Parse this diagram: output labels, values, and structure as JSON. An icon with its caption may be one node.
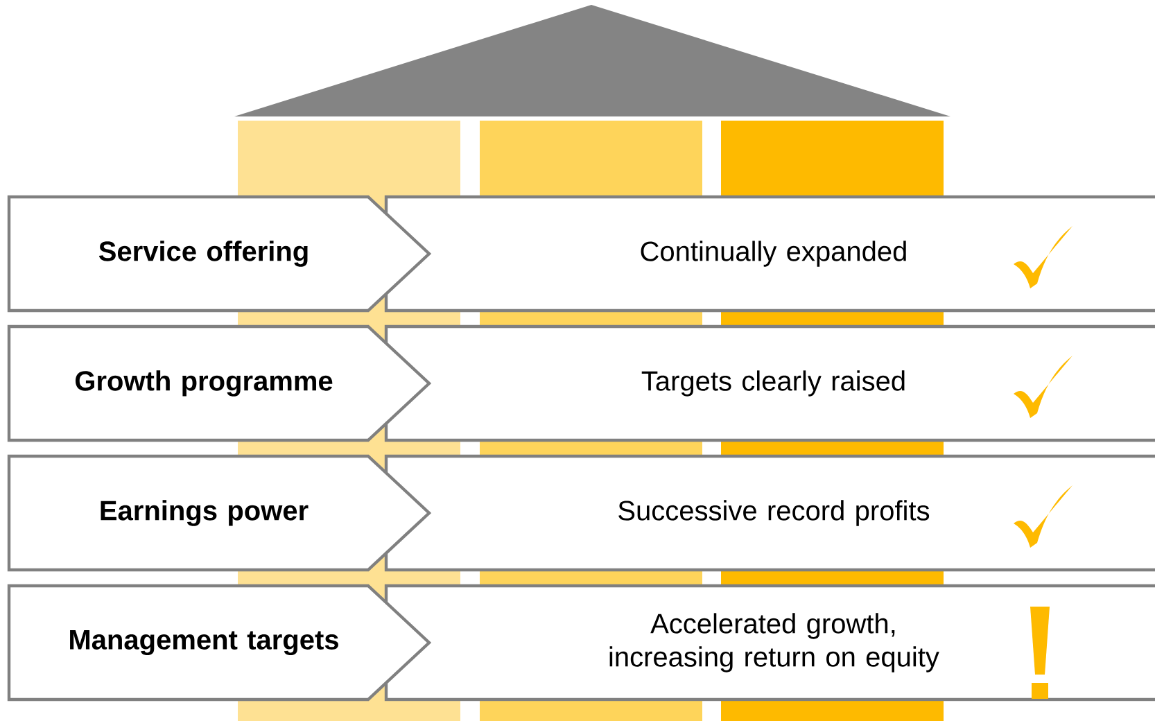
{
  "diagram": {
    "nodes": [
      {
        "text": [
          "Service offering"
        ]
      },
      {
        "text": [
          "Continually expanded"
        ]
      },
      {
        "text": [
          "Growth programme"
        ]
      },
      {
        "text": [
          "Targets clearly raised"
        ]
      },
      {
        "text": [
          "Earnings power"
        ]
      },
      {
        "text": [
          "Successive record profits"
        ]
      },
      {
        "text": [
          "Management targets"
        ]
      },
      {
        "text": [
          "Accelerated growth, increasing return on equity"
        ]
      }
    ]
  }
}
